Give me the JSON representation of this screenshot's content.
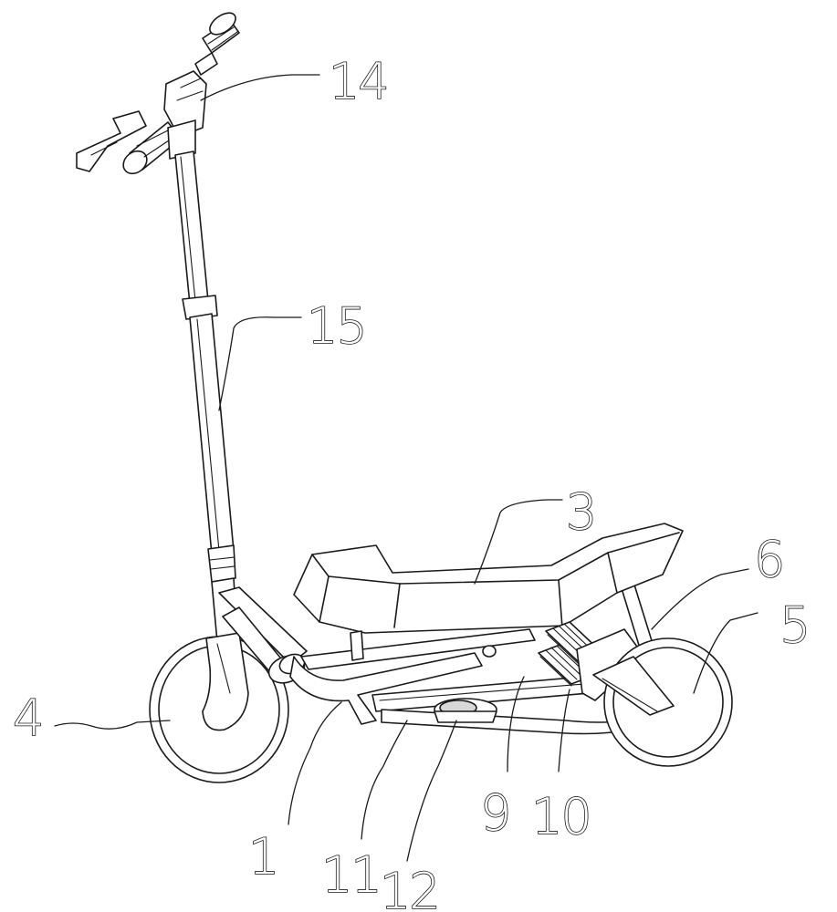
{
  "callouts": {
    "c14": "14",
    "c15": "15",
    "c3": "3",
    "c6": "6",
    "c5": "5",
    "c4": "4",
    "c1": "1",
    "c11": "11",
    "c12": "12",
    "c9": "9",
    "c10": "10"
  },
  "colors": {
    "line": "#1a1a1a",
    "background": "#ffffff"
  }
}
